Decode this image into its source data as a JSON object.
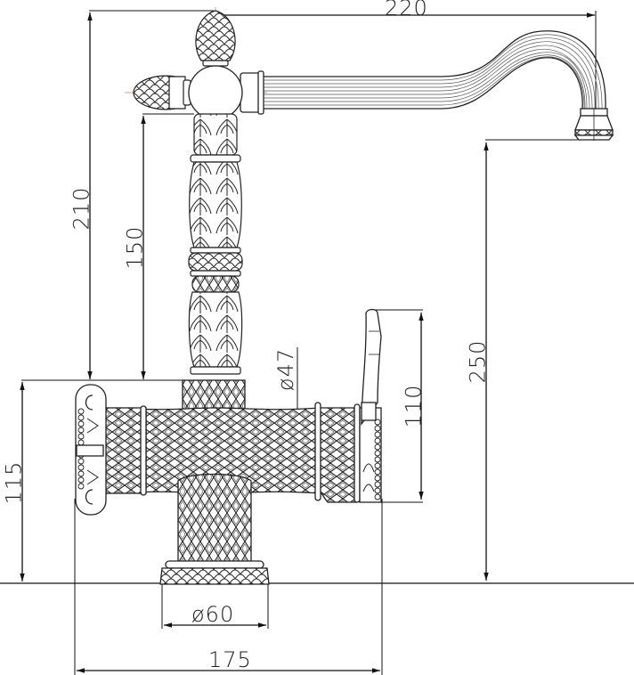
{
  "drawing": {
    "subject": "Ornate single-lever kitchen faucet with swivel spout",
    "line_color": "#1a1a1a",
    "centerline_color": "#b08a6a",
    "background": "#ffffff",
    "units": "mm"
  },
  "dimensions": {
    "spout_reach": {
      "label": "220",
      "orientation": "horizontal"
    },
    "total_height": {
      "label": "210",
      "orientation": "vertical"
    },
    "column_height": {
      "label": "150",
      "orientation": "vertical"
    },
    "body_diameter": {
      "label": "ø47",
      "orientation": "vertical"
    },
    "spout_outlet_height": {
      "label": "250",
      "orientation": "vertical"
    },
    "lever_height": {
      "label": "110",
      "orientation": "vertical"
    },
    "body_height": {
      "label": "115",
      "orientation": "vertical"
    },
    "base_diameter": {
      "label": "ø60",
      "orientation": "horizontal"
    },
    "overall_width": {
      "label": "175",
      "orientation": "horizontal"
    }
  }
}
